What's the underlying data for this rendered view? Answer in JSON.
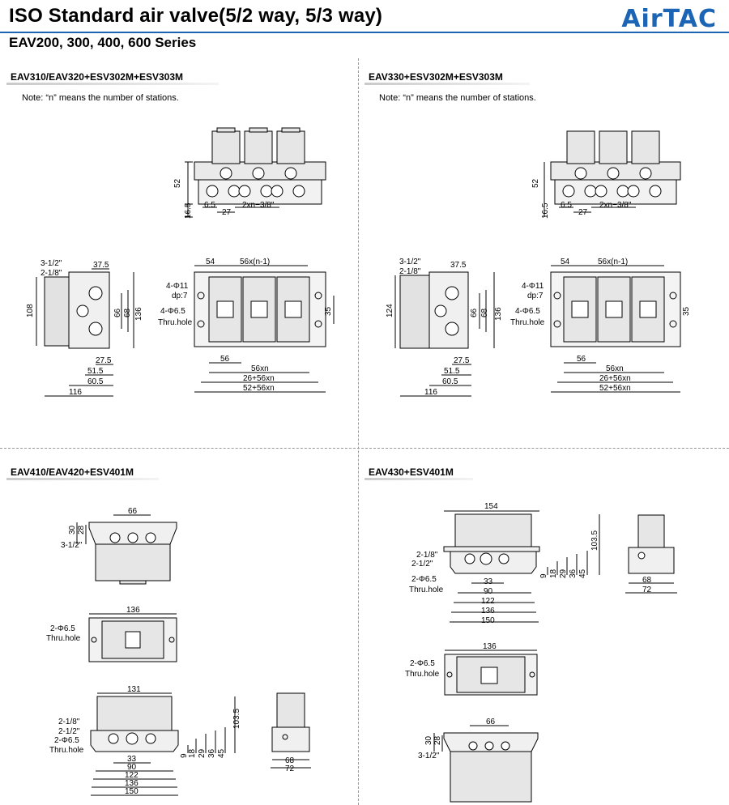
{
  "header": {
    "title": "ISO Standard air valve(5/2 way, 5/3 way)",
    "subtitle": "EAV200, 300, 400, 600 Series",
    "logo": "AirTAC",
    "brand_color": "#1c64b4"
  },
  "sections": [
    {
      "heading": "EAV310/EAV320+ESV302M+ESV303M",
      "note": "Note: “n” means the number of stations.",
      "dims_top": [
        "52",
        "16.5",
        "6.5",
        "27",
        "2xn−3/8\""
      ],
      "dims_side": [
        "3-1/2\"",
        "2-1/8\"",
        "37.5",
        "108",
        "66",
        "68",
        "136",
        "27.5",
        "51.5",
        "60.5",
        "116"
      ],
      "dims_plan": [
        "54",
        "56x(n-1)",
        "4-Φ11",
        "dp:7",
        "4-Φ6.5",
        "Thru.hole",
        "35",
        "56",
        "56xn",
        "26+56xn",
        "52+56xn"
      ]
    },
    {
      "heading": "EAV330+ESV302M+ESV303M",
      "note": "Note: “n” means the number of stations.",
      "dims_top": [
        "52",
        "16.5",
        "6.5",
        "27",
        "2xn−3/8\""
      ],
      "dims_side": [
        "3-1/2\"",
        "2-1/8\"",
        "37.5",
        "124",
        "66",
        "68",
        "136",
        "27.5",
        "51.5",
        "60.5",
        "116"
      ],
      "dims_plan": [
        "54",
        "56x(n-1)",
        "4-Φ11",
        "dp:7",
        "4-Φ6.5",
        "Thru.hole",
        "35",
        "56",
        "56xn",
        "26+56xn",
        "52+56xn"
      ]
    },
    {
      "heading": "EAV410/EAV420+ESV401M",
      "dims_top": [
        "66",
        "30",
        "28",
        "3-1/2\""
      ],
      "dims_plan": [
        "136",
        "2-Φ6.5",
        "Thru.hole"
      ],
      "dims_front": [
        "131",
        "103.5",
        "2-1/8\"",
        "2-1/2\"",
        "2-Φ6.5",
        "Thru.hole",
        "9",
        "18",
        "29",
        "36",
        "45",
        "33",
        "90",
        "122",
        "136",
        "150"
      ],
      "dims_end": [
        "68",
        "72"
      ]
    },
    {
      "heading": "EAV430+ESV401M",
      "dims_front": [
        "154",
        "103.5",
        "2-1/8\"",
        "2-1/2\"",
        "2-Φ6.5",
        "Thru.hole",
        "9",
        "18",
        "29",
        "36",
        "45",
        "33",
        "90",
        "122",
        "136",
        "150"
      ],
      "dims_end": [
        "68",
        "72"
      ],
      "dims_plan": [
        "136",
        "2-Φ6.5",
        "Thru.hole"
      ],
      "dims_top": [
        "66",
        "30",
        "28",
        "3-1/2\""
      ]
    }
  ]
}
